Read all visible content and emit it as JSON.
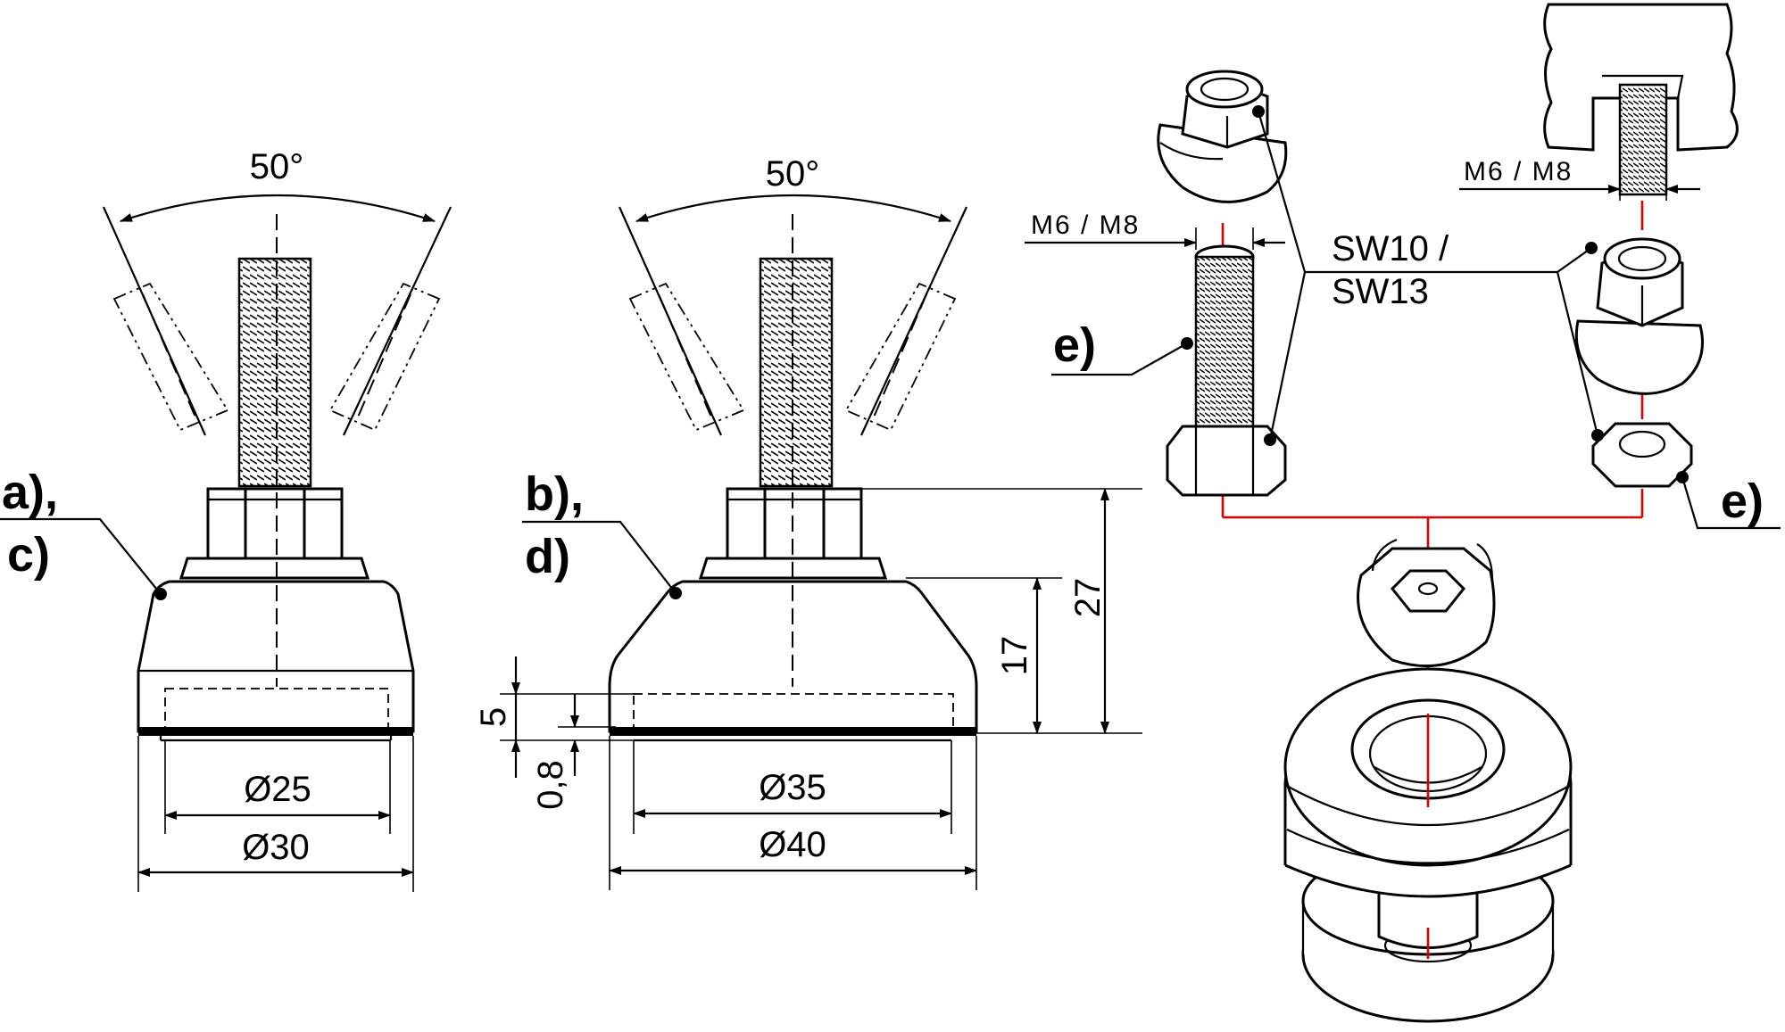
{
  "views": {
    "left": {
      "angle_label": "50°",
      "callout_line1": "a),",
      "callout_line2": "c)",
      "diameter_inner": "Ø25",
      "diameter_outer": "Ø30"
    },
    "middle": {
      "angle_label": "50°",
      "callout_line1": "b),",
      "callout_line2": "d)",
      "diameter_inner": "Ø35",
      "diameter_outer": "Ø40",
      "dim_27": "27",
      "dim_17": "17",
      "dim_5": "5",
      "dim_08": "0,8"
    },
    "exploded": {
      "thread_left": "M6 / M8",
      "thread_right": "M6 / M8",
      "wrench_line1": "SW10 /",
      "wrench_line2": "SW13",
      "callout_left": "e)",
      "callout_right": "e)"
    }
  }
}
